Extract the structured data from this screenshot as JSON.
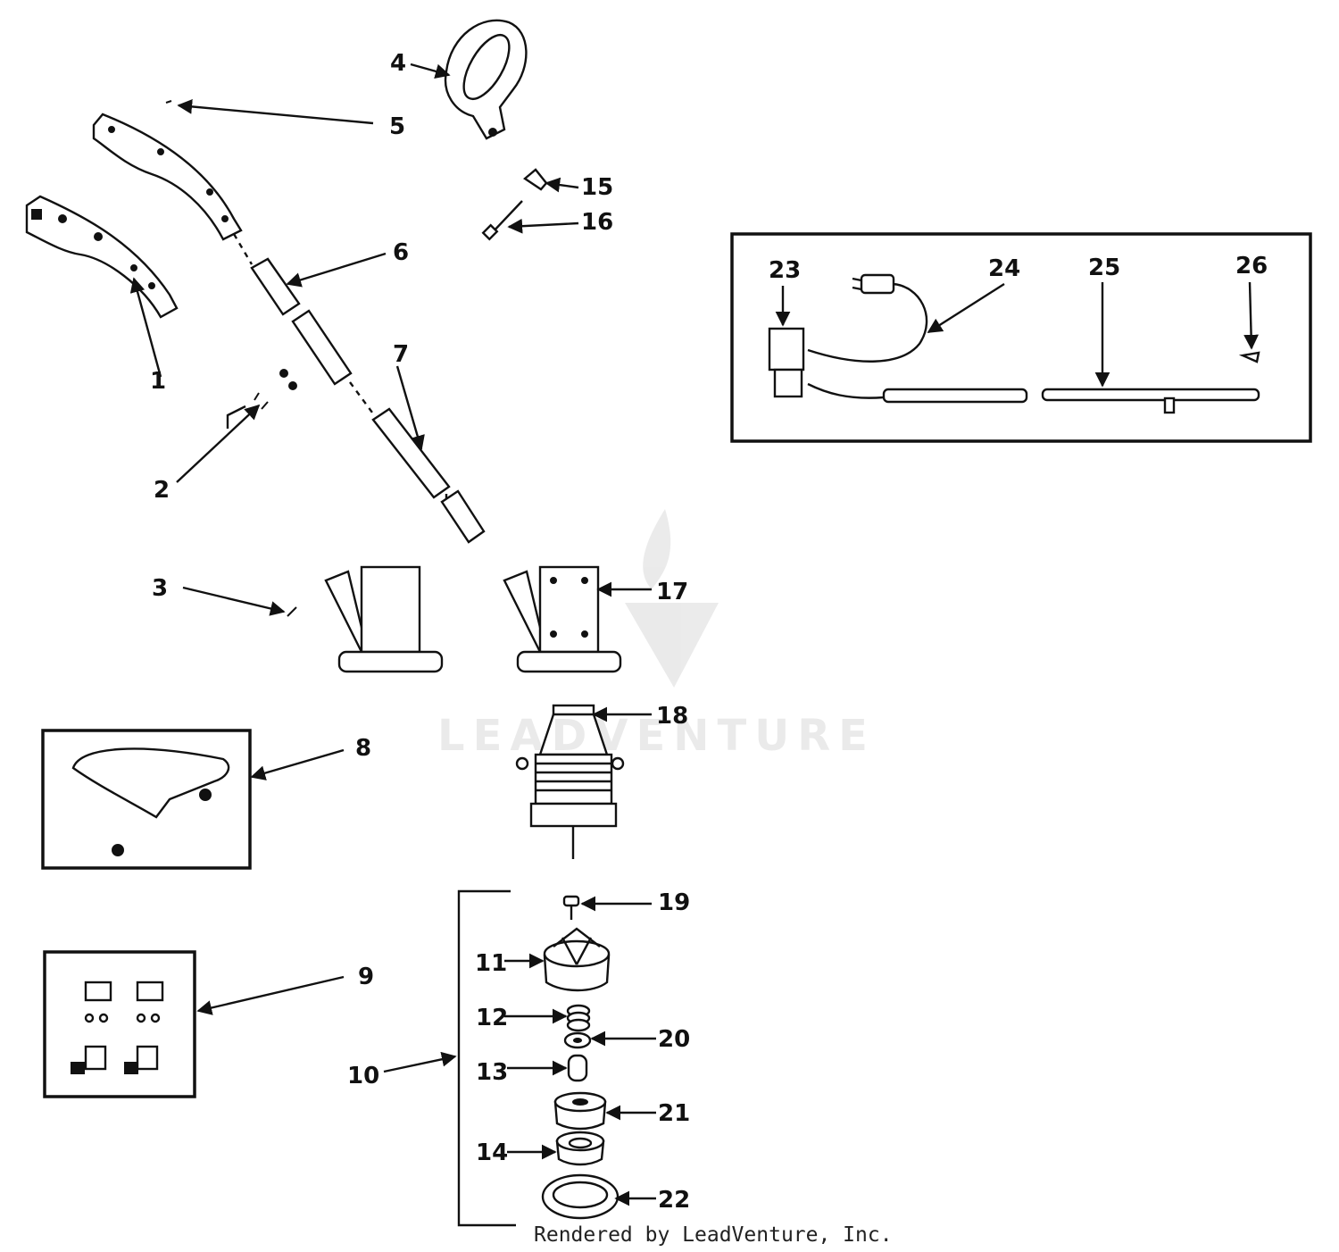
{
  "callouts": [
    "1",
    "2",
    "3",
    "4",
    "5",
    "6",
    "7",
    "8",
    "9",
    "10",
    "11",
    "12",
    "13",
    "14",
    "15",
    "16",
    "17",
    "18",
    "19",
    "20",
    "21",
    "22",
    "23",
    "24",
    "25",
    "26"
  ],
  "watermark": "LEADVENTURE",
  "footer": "Rendered by LeadVenture, Inc."
}
